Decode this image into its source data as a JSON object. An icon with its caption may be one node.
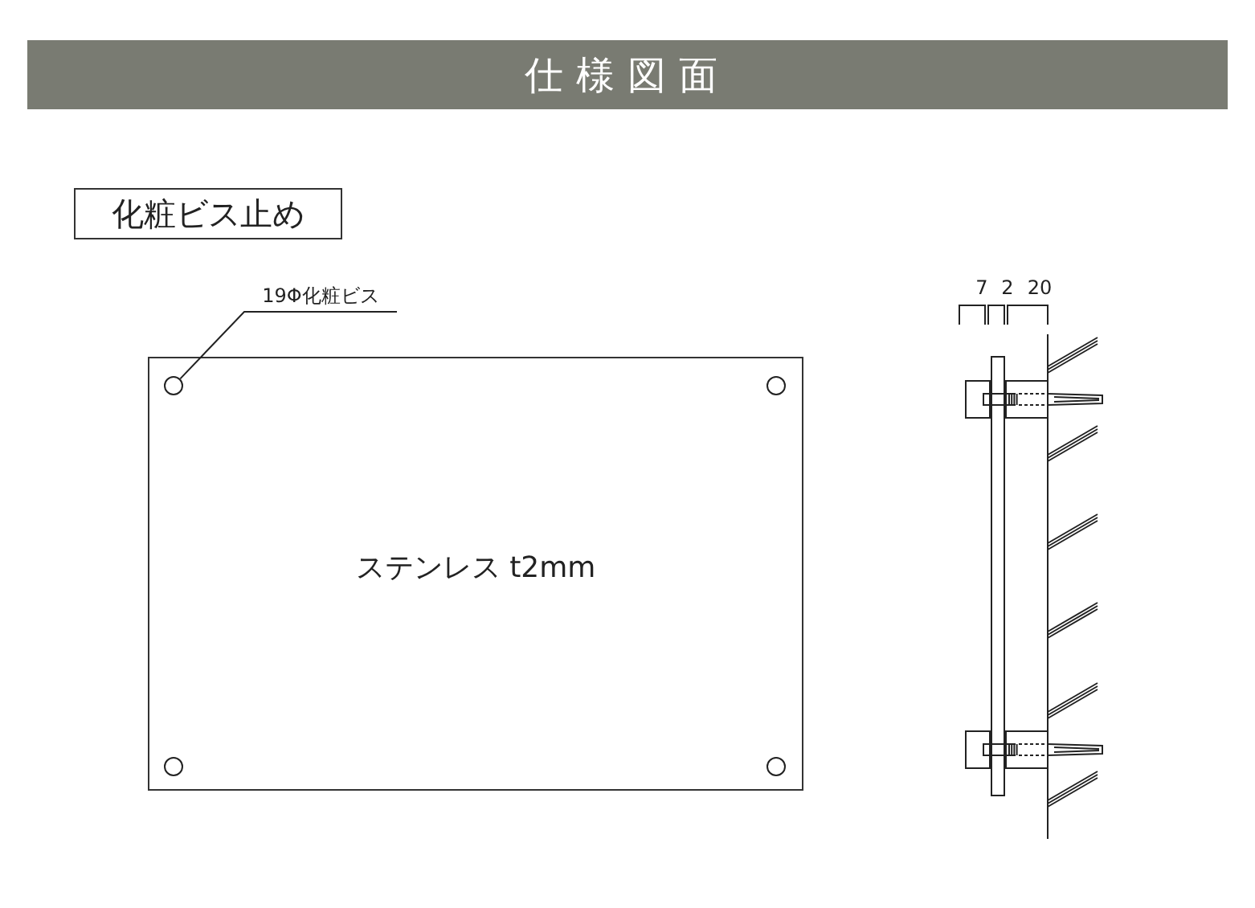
{
  "diagram": {
    "title": "仕様図面",
    "nodes": [
      {
        "text": [
          "化粧ビス止め"
        ]
      },
      {
        "text": [
          "ステンレス t2mm"
        ]
      },
      {
        "text": [
          "19Φ化粧ビス"
        ]
      },
      {
        "text": [],
        "shape": "circle",
        "in": 1
      },
      {
        "text": [],
        "shape": "circle",
        "in": 1
      },
      {
        "text": [],
        "shape": "circle",
        "in": 1
      },
      {
        "text": [],
        "shape": "circle",
        "in": 1
      }
    ],
    "edges": [
      {
        "from": 2,
        "to": 3,
        "arrow": "none"
      }
    ],
    "labels": [
      "7",
      "2",
      "20"
    ]
  }
}
